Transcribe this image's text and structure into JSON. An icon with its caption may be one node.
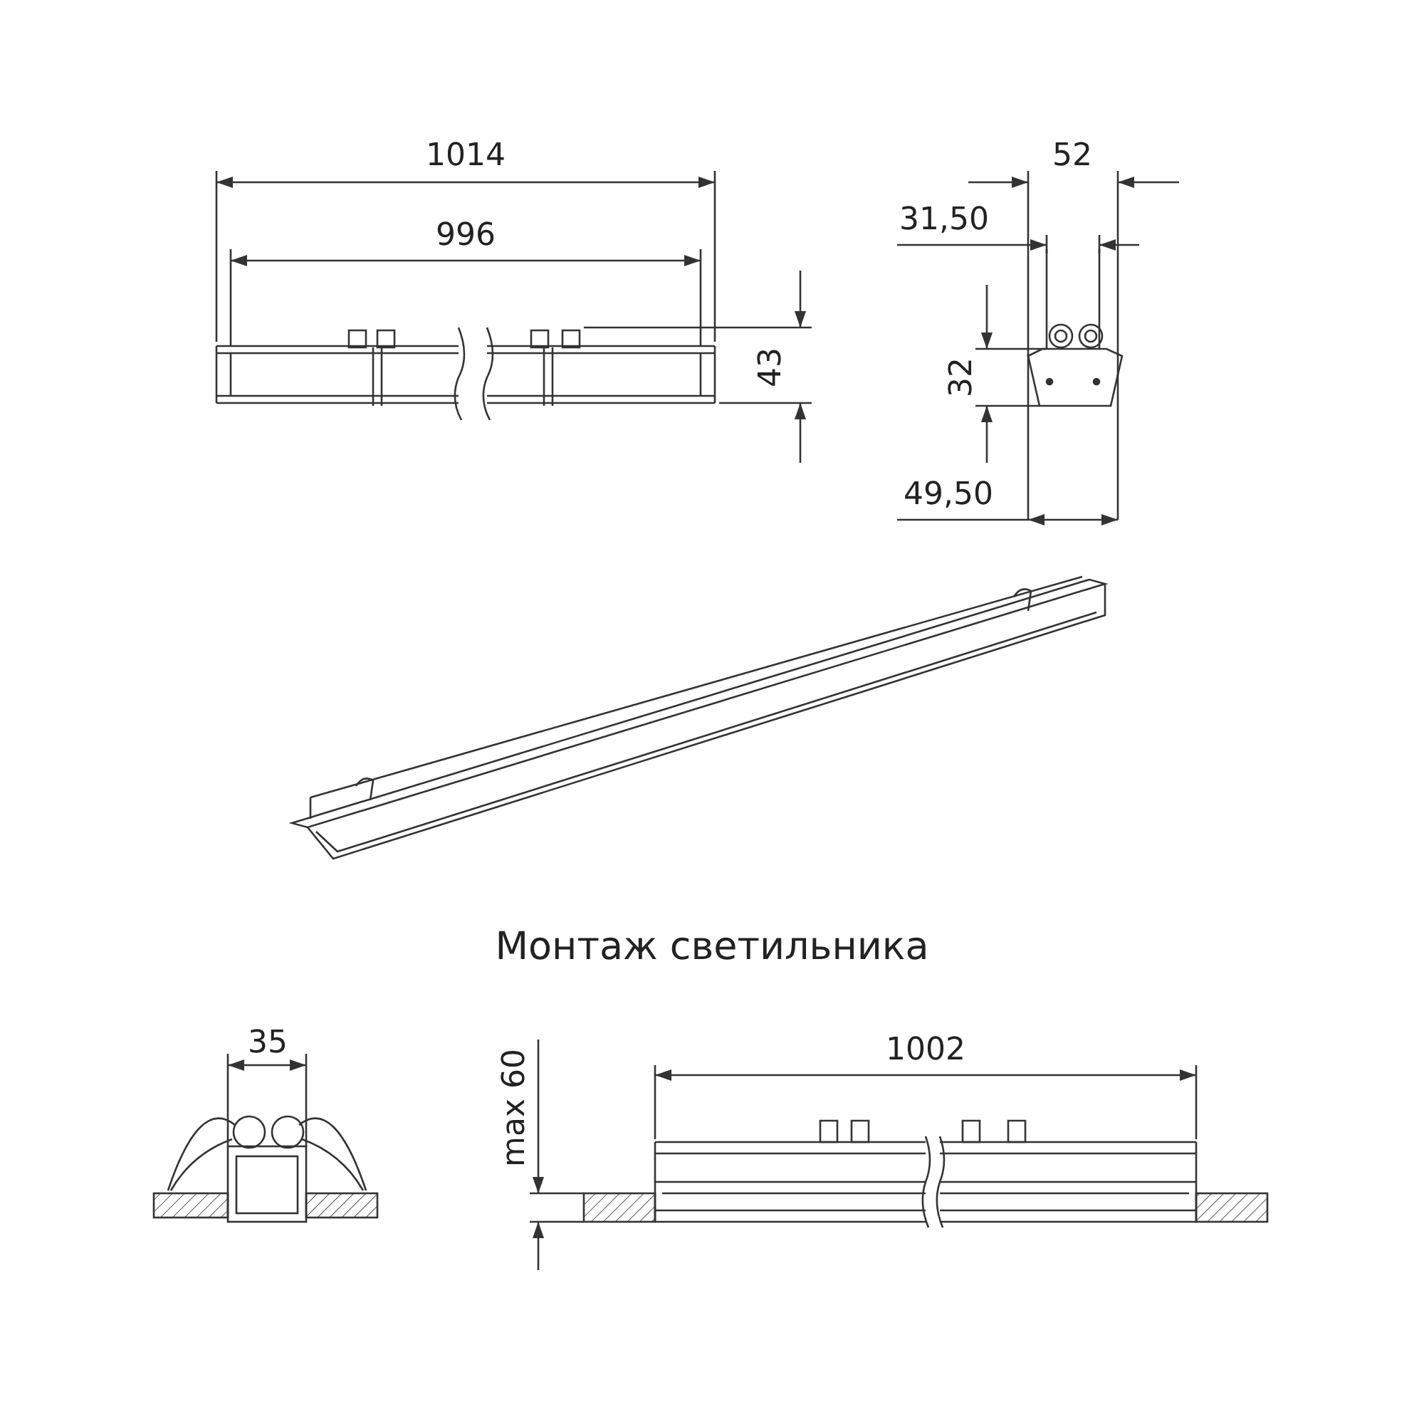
{
  "diagram": {
    "labels": [
      "1014",
      "996",
      "43",
      "52",
      "31,50",
      "32",
      "49,50",
      "Монтаж светильника",
      "35",
      "max 60",
      "1002"
    ]
  }
}
